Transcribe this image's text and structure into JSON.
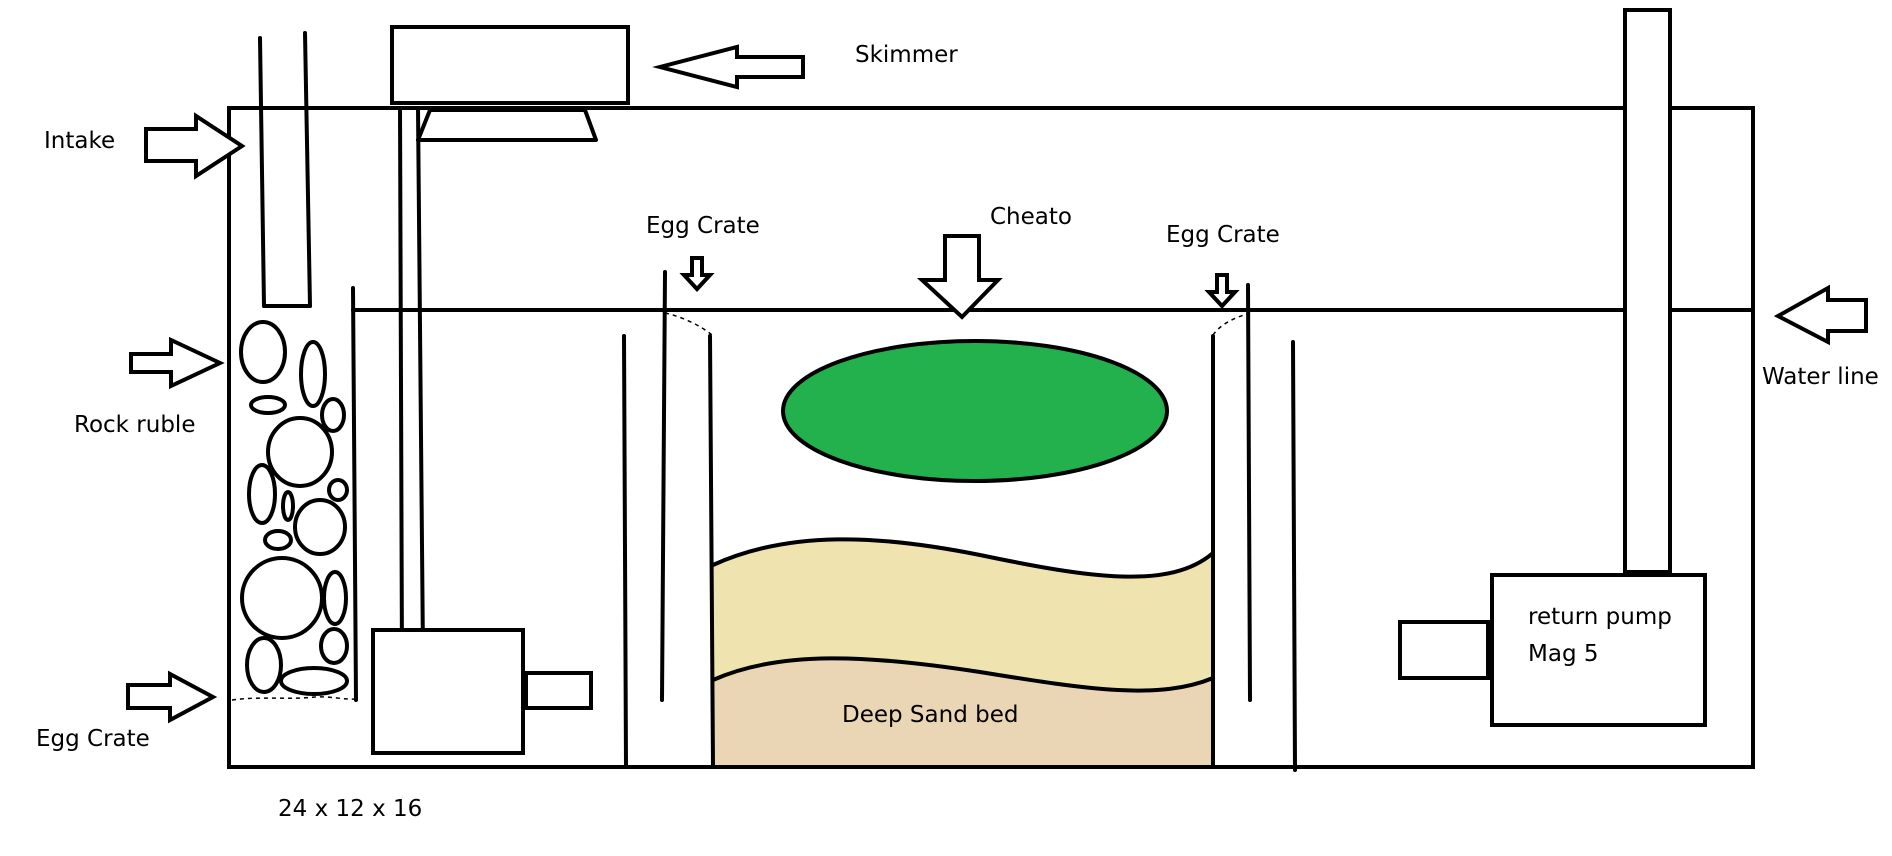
{
  "labels": {
    "skimmer": "Skimmer",
    "intake": "Intake",
    "egg_crate_left_top": "Egg Crate",
    "cheato": "Cheato",
    "egg_crate_right_top": "Egg Crate",
    "water_line": "Water line",
    "rock_ruble": "Rock ruble",
    "egg_crate_bottom": "Egg Crate",
    "deep_sand_bed": "Deep Sand bed",
    "return_pump_line1": "return pump",
    "return_pump_line2": "Mag 5",
    "dimensions": "24 x 12 x 16"
  },
  "colors": {
    "cheato": "#22b14c",
    "sand_light": "#efe4b0",
    "sand_deep": "#ead6b4",
    "outline": "#000000",
    "background": "#ffffff"
  }
}
